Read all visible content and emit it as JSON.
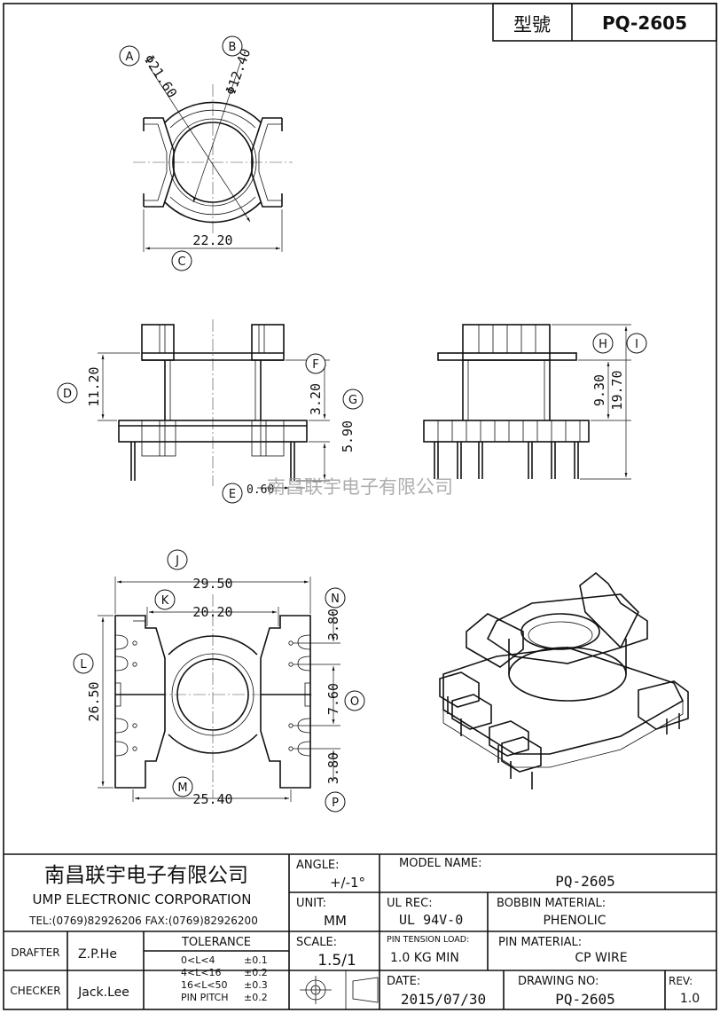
{
  "header": {
    "model_label": "型號",
    "model_value": "PQ-2605"
  },
  "top_view": {
    "bubble_a": "A",
    "dim_a": "Φ21.60",
    "bubble_b": "B",
    "dim_b": "Φ12.40",
    "bubble_c": "C",
    "dim_c": "22.20"
  },
  "front_view": {
    "bubble_d": "D",
    "dim_d": "11.20",
    "bubble_e": "E",
    "dim_e": "0.60",
    "bubble_f": "F",
    "dim_f": "3.20",
    "bubble_g": "G",
    "dim_g": "5.90"
  },
  "side_view": {
    "bubble_h": "H",
    "dim_h": "9.30",
    "bubble_i": "I",
    "dim_i": "19.70"
  },
  "bottom_view": {
    "bubble_j": "J",
    "dim_j": "29.50",
    "bubble_k": "K",
    "dim_k": "20.20",
    "bubble_l": "L",
    "dim_l": "26.50",
    "bubble_m": "M",
    "dim_m": "25.40",
    "bubble_n": "N",
    "dim_n": "3.80",
    "bubble_o": "O",
    "dim_o": "7.60",
    "bubble_p": "P",
    "dim_p": "3.80"
  },
  "watermark": "南昌联宇电子有限公司",
  "title_block": {
    "company_cn": "南昌联宇电子有限公司",
    "company_en": "UMP ELECTRONIC CORPORATION",
    "contact": "TEL:(0769)82926206 FAX:(0769)82926200",
    "angle_label": "ANGLE:",
    "angle_value": "+/-1°",
    "model_name_label": "MODEL NAME:",
    "model_name_value": "PQ-2605",
    "unit_label": "UNIT:",
    "unit_value": "MM",
    "ul_rec_label": "UL REC:",
    "ul_rec_value": "UL 94V-0",
    "bobbin_material_label": "BOBBIN MATERIAL:",
    "bobbin_material_value": "PHENOLIC",
    "drafter_label": "DRAFTER",
    "drafter_value": "Z.P.He",
    "checker_label": "CHECKER",
    "checker_value": "Jack.Lee",
    "tolerance_label": "TOLERANCE",
    "tolerance_rows": [
      {
        "range": "0<L<4",
        "value": "±0.1"
      },
      {
        "range": "4<L<16",
        "value": "±0.2"
      },
      {
        "range": "16<L<50",
        "value": "±0.3"
      },
      {
        "range": "PIN PITCH",
        "value": "±0.2"
      }
    ],
    "scale_label": "SCALE:",
    "scale_value": "1.5/1",
    "pin_tension_label": "PIN TENSION LOAD:",
    "pin_tension_value": "1.0   KG MIN",
    "pin_material_label": "PIN MATERIAL:",
    "pin_material_value": "CP   WIRE",
    "date_label": "DATE:",
    "date_value": "2015/07/30",
    "drawing_no_label": "DRAWING NO:",
    "drawing_no_value": "PQ-2605",
    "rev_label": "REV:",
    "rev_value": "1.0"
  }
}
